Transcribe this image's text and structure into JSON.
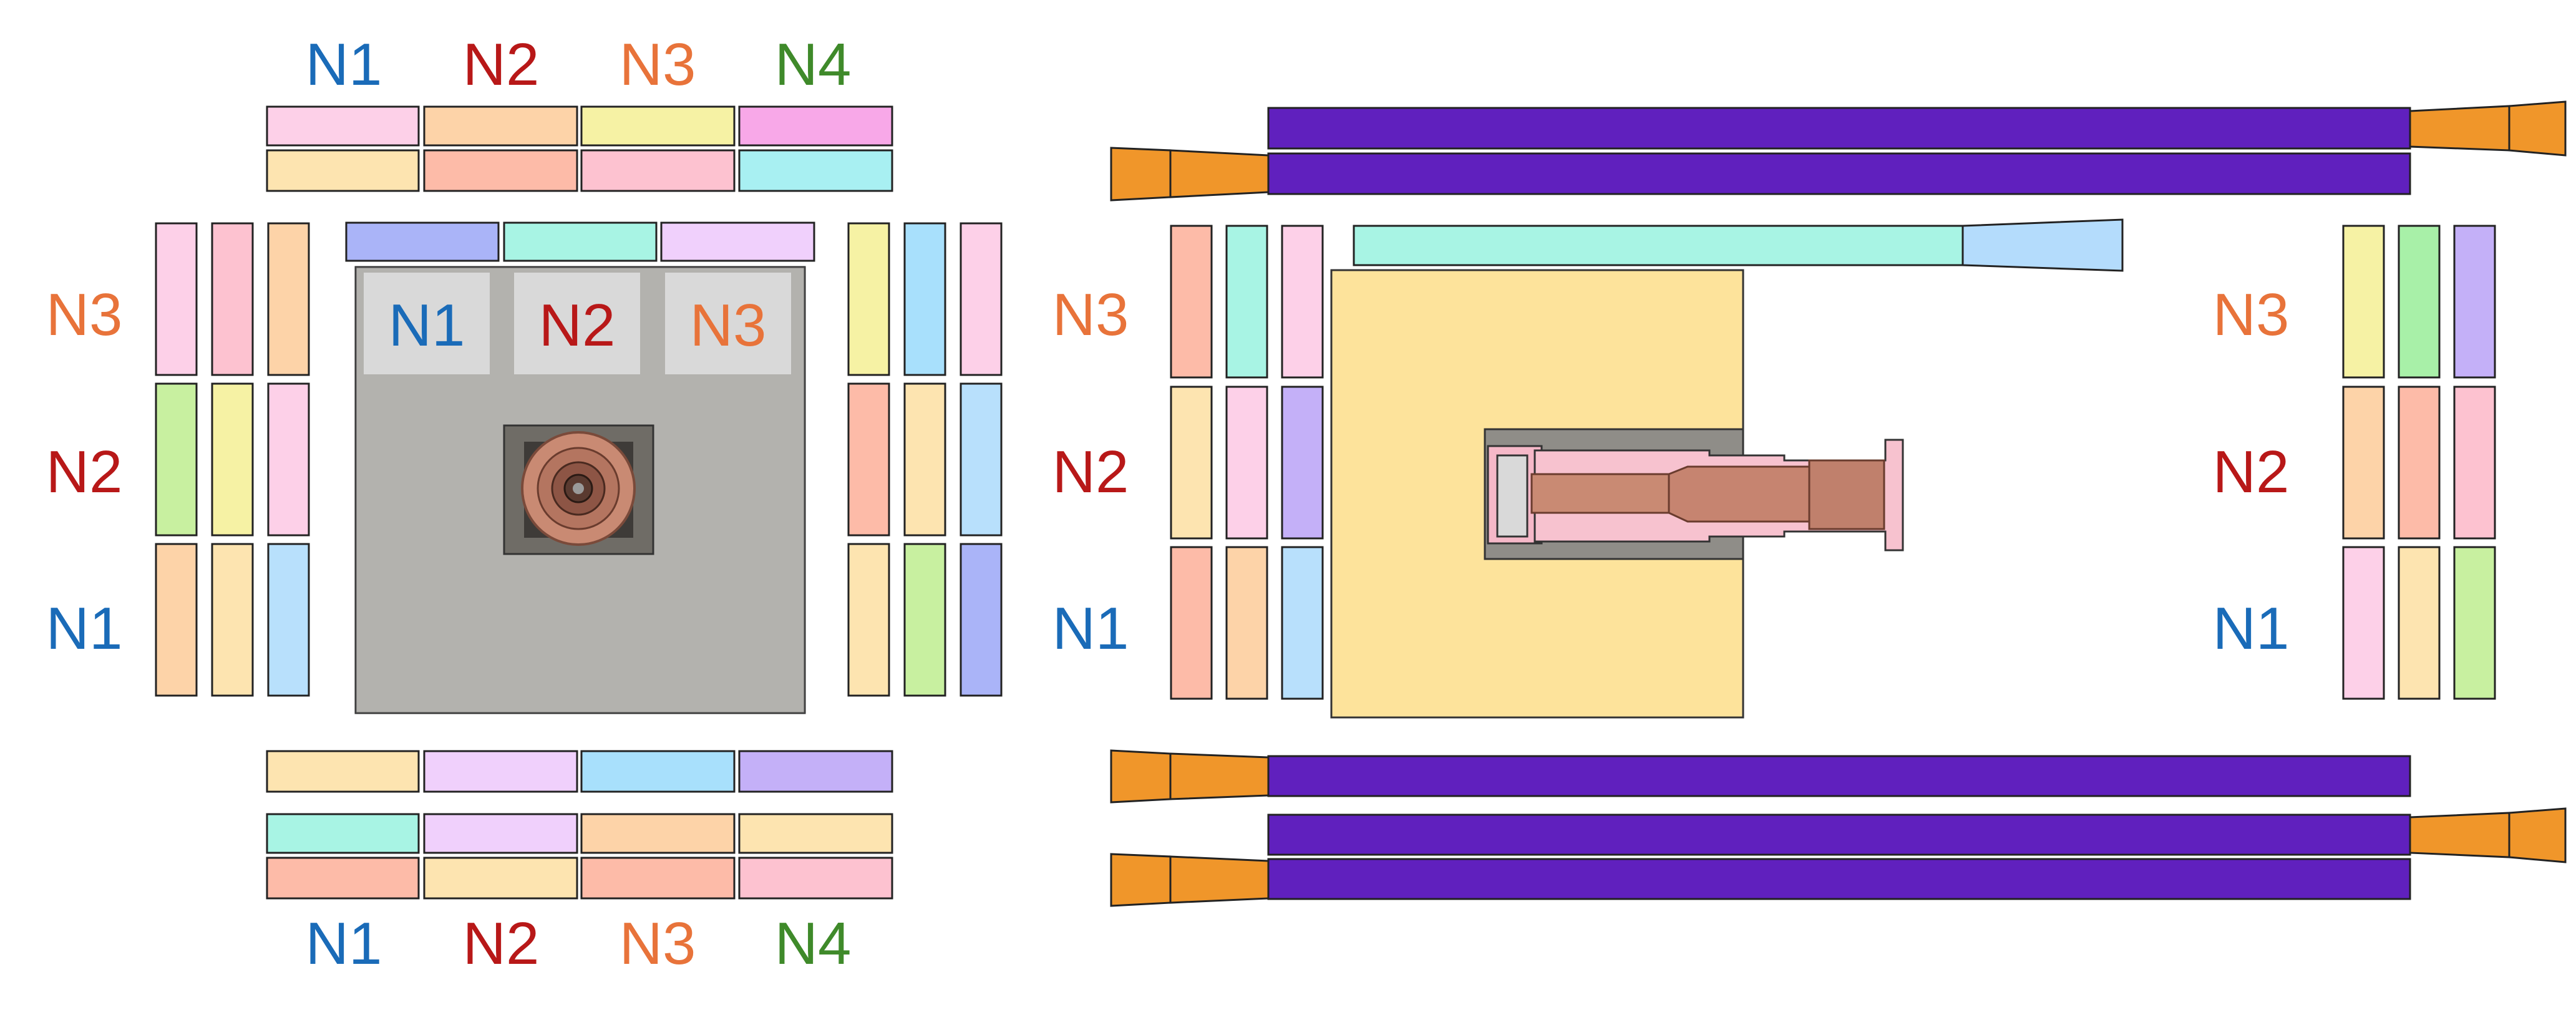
{
  "labels": {
    "n1": "N1",
    "n2": "N2",
    "n3": "N3",
    "n4": "N4"
  },
  "colors": {
    "n1": "#1a6bb8",
    "n2": "#b81818",
    "n3": "#e8733a",
    "n4": "#3f8a2a",
    "magnet_bar": "#6020be",
    "magnet_end": "#f0962a",
    "target_block": "#fde39b",
    "concrete": "#a9a8a3",
    "copper": "#c98a73",
    "label_box": "#d8d8d8"
  },
  "palette": {
    "pink": "#fdd0e8",
    "rose": "#fdc2d0",
    "peach": "#fdd3a8",
    "salmon": "#fdbba8",
    "yellow": "#f6f2a4",
    "cream": "#fde4b0",
    "magenta": "#f8a8e8",
    "cyan": "#a8f0f2",
    "lavender": "#c4b0f8",
    "lilac": "#f0d0fc",
    "mint": "#a8f4e4",
    "lightblue": "#a8e0fc",
    "green": "#a8f0a8",
    "lime": "#c8f0a0",
    "periblue": "#aab4f8",
    "skyblue": "#b8e0fc"
  }
}
